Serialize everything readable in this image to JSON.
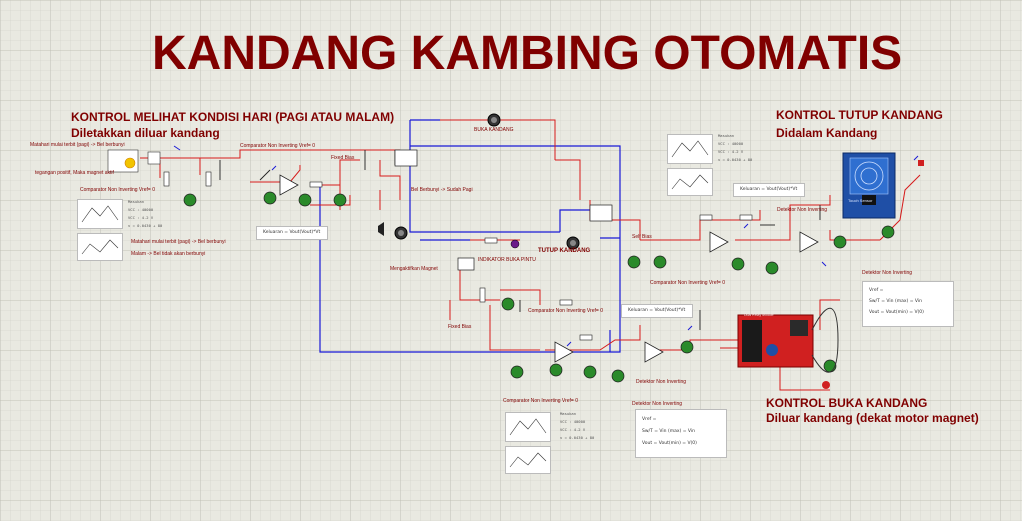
{
  "title": "KANDANG KAMBING OTOMATIS",
  "sections": {
    "left": {
      "heading": "KONTROL MELIHAT KONDISI HARI (PAGI ATAU MALAM)",
      "sub": "Diletakkan diluar kandang"
    },
    "top_right": {
      "heading": "KONTROL TUTUP KANDANG",
      "sub": "Didalam Kandang"
    },
    "bottom_right": {
      "heading": "KONTROL BUKA KANDANG",
      "sub": "Diluar kandang (dekat motor magnet)"
    }
  },
  "labels": {
    "matahari_terbit": "Matahari mulai terbit (pagi) -> Bel berbunyi",
    "tegangan_positif": "tegangan positif, Maka magnet aktif",
    "comparator_1": "Comparator Non Inverting Vref= 0",
    "comparator_top": "Comparator Non Inverting Vref= 0",
    "matahari_terbit_2": "Matahari mulai terbit (pagi) -> Bel berbunyi",
    "malam": "Malam -> Bel tidak akan berbunyi",
    "fixed_bias_1": "Fixed Bias",
    "bel_berbunyi": "Bel Berbunyi -> Sudah Pagi",
    "buka_kandang": "BUKA KANDANG",
    "mengaktifkan_magnet": "Mengaktifkan Magnet",
    "indikator_buka": "INDIKATOR BUKA PINTU",
    "tutup_kandang": "TUTUP KANDANG",
    "self_bias": "Self Bias",
    "fixed_bias_2": "Fixed Bias",
    "comparator_mid": "Comparator Non Inverting Vref= 0",
    "comparator_right": "Comparator Non Inverting Vref= 0",
    "comparator_bottom": "Comparator Non Inverting Vref= 0",
    "detektor_1": "Detektor Non Inverting",
    "detektor_2": "Detektor Non Inverting",
    "detektor_3": "Detektor Non Inverting",
    "detektor_4": "Detektor Non Inverting"
  },
  "notes": {
    "n1": [
      "Masukan",
      "VCC : 40000",
      "VCC : 4.2 V",
      "v = 0.0430 + 80"
    ],
    "n2": [
      "Masukan",
      "VCC : 40000",
      "VCC : 4.2 V",
      "v = 0.0430 + 80"
    ],
    "n3": [
      "Masukan",
      "VCC : 40000",
      "VCC : 4.2 V",
      "v = 0.0430 + 80"
    ],
    "box_left": "Keluaran = Vout(Vout)*Vt",
    "box_mid": "Keluaran = Vout(Vout)*Vt",
    "box_right": "Keluaran = Vout(Vout)*Vt",
    "det_a": [
      "Vref =",
      "Sw/T = Vin (max) = Vin",
      "Vout = Vout(min) = V(0)"
    ],
    "det_b": [
      "Vref =",
      "Sw/T = Vin (max) = Vin",
      "Vout = Vout(min) = V(0)"
    ]
  },
  "components": {
    "touch_sensor": "Touch Sensor",
    "relay_module": "Dual Relay Module"
  },
  "colors": {
    "background": "#e9e9e1",
    "grid": "#c8c8bf",
    "title": "#800000",
    "wire_red": "#d61a1a",
    "wire_blue": "#1a1ad6",
    "wire_dark": "#202020",
    "component_green": "#2a8a2a",
    "sensor_blue": "#1f4fa6",
    "module_red": "#d02020"
  }
}
